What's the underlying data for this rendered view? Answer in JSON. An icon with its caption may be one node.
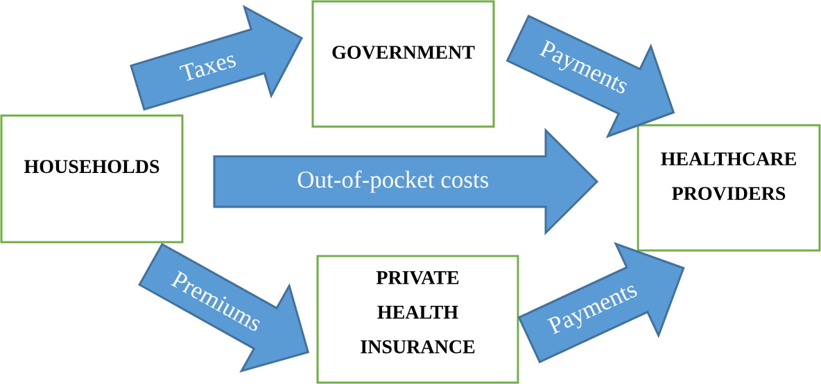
{
  "diagram": {
    "nodes": [
      {
        "text": [
          "GOVERNMENT"
        ]
      },
      {
        "text": [
          "HOUSEHOLDS"
        ]
      },
      {
        "text": [
          "HEALTHCARE PROVIDERS"
        ]
      },
      {
        "text": [
          "PRIVATE HEALTH INSURANCE"
        ]
      }
    ],
    "edges": [
      {
        "from": 1,
        "to": 0,
        "arrow": "to",
        "label": "Taxes"
      },
      {
        "from": 0,
        "to": 2,
        "arrow": "to",
        "label": "Payments"
      },
      {
        "from": 1,
        "to": 2,
        "arrow": "to",
        "label": "Out-of-pocket costs"
      },
      {
        "from": 1,
        "to": 3,
        "arrow": "to",
        "label": "Premiums"
      },
      {
        "from": 3,
        "to": 2,
        "arrow": "to",
        "label": "Payments"
      }
    ]
  }
}
